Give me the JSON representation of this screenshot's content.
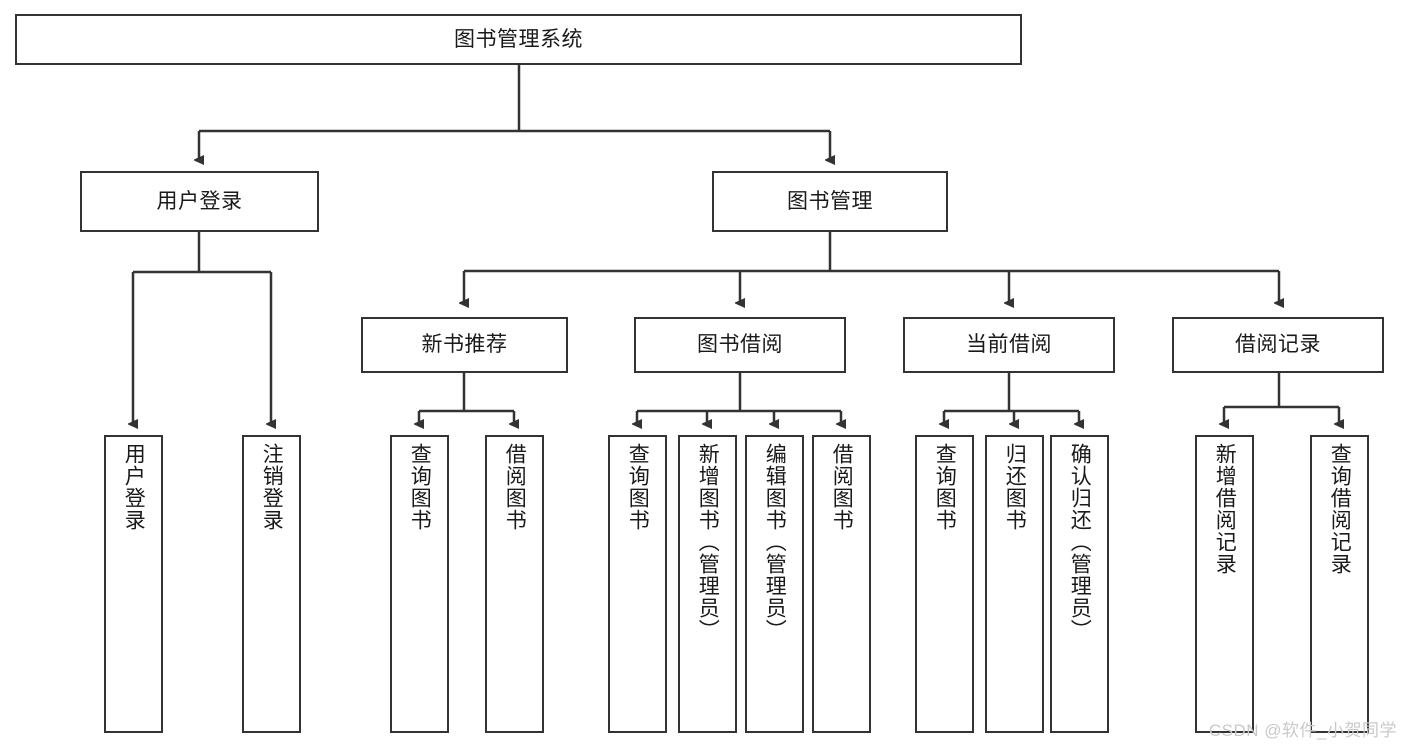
{
  "diagram": {
    "type": "tree-hierarchy",
    "title": "图书管理系统",
    "root": {
      "id": "root",
      "label": "图书管理系统"
    },
    "level2": [
      {
        "id": "user-login",
        "label": "用户登录"
      },
      {
        "id": "book-manage",
        "label": "图书管理"
      }
    ],
    "level3": [
      {
        "id": "new-book-recommend",
        "label": "新书推荐",
        "parent": "book-manage"
      },
      {
        "id": "book-borrow",
        "label": "图书借阅",
        "parent": "book-manage"
      },
      {
        "id": "current-borrow",
        "label": "当前借阅",
        "parent": "book-manage"
      },
      {
        "id": "borrow-record",
        "label": "借阅记录",
        "parent": "book-manage"
      }
    ],
    "leaves": [
      {
        "id": "leaf-user-login",
        "label": "用户登录",
        "parent": "user-login"
      },
      {
        "id": "leaf-logout-login",
        "label": "注销登录",
        "parent": "user-login"
      },
      {
        "id": "leaf-query-book-1",
        "label": "查询图书",
        "parent": "new-book-recommend"
      },
      {
        "id": "leaf-borrow-book-1",
        "label": "借阅图书",
        "parent": "new-book-recommend"
      },
      {
        "id": "leaf-query-book-2",
        "label": "查询图书",
        "parent": "book-borrow"
      },
      {
        "id": "leaf-add-book",
        "label": "新增图书（管理员）",
        "parent": "book-borrow"
      },
      {
        "id": "leaf-edit-book",
        "label": "编辑图书（管理员）",
        "parent": "book-borrow"
      },
      {
        "id": "leaf-borrow-book-2",
        "label": "借阅图书",
        "parent": "book-borrow"
      },
      {
        "id": "leaf-query-book-3",
        "label": "查询图书",
        "parent": "current-borrow"
      },
      {
        "id": "leaf-return-book",
        "label": "归还图书",
        "parent": "current-borrow"
      },
      {
        "id": "leaf-confirm-return",
        "label": "确认归还（管理员）",
        "parent": "current-borrow"
      },
      {
        "id": "leaf-add-record",
        "label": "新增借阅记录",
        "parent": "borrow-record"
      },
      {
        "id": "leaf-query-record",
        "label": "查询借阅记录",
        "parent": "borrow-record"
      }
    ],
    "colors": {
      "border": "#333333",
      "background": "#ffffff",
      "text": "#1a1a1a",
      "connector": "#333333",
      "watermark": "#c9c9c9"
    }
  },
  "watermark": {
    "text": "CSDN @软件_小贺同学"
  }
}
